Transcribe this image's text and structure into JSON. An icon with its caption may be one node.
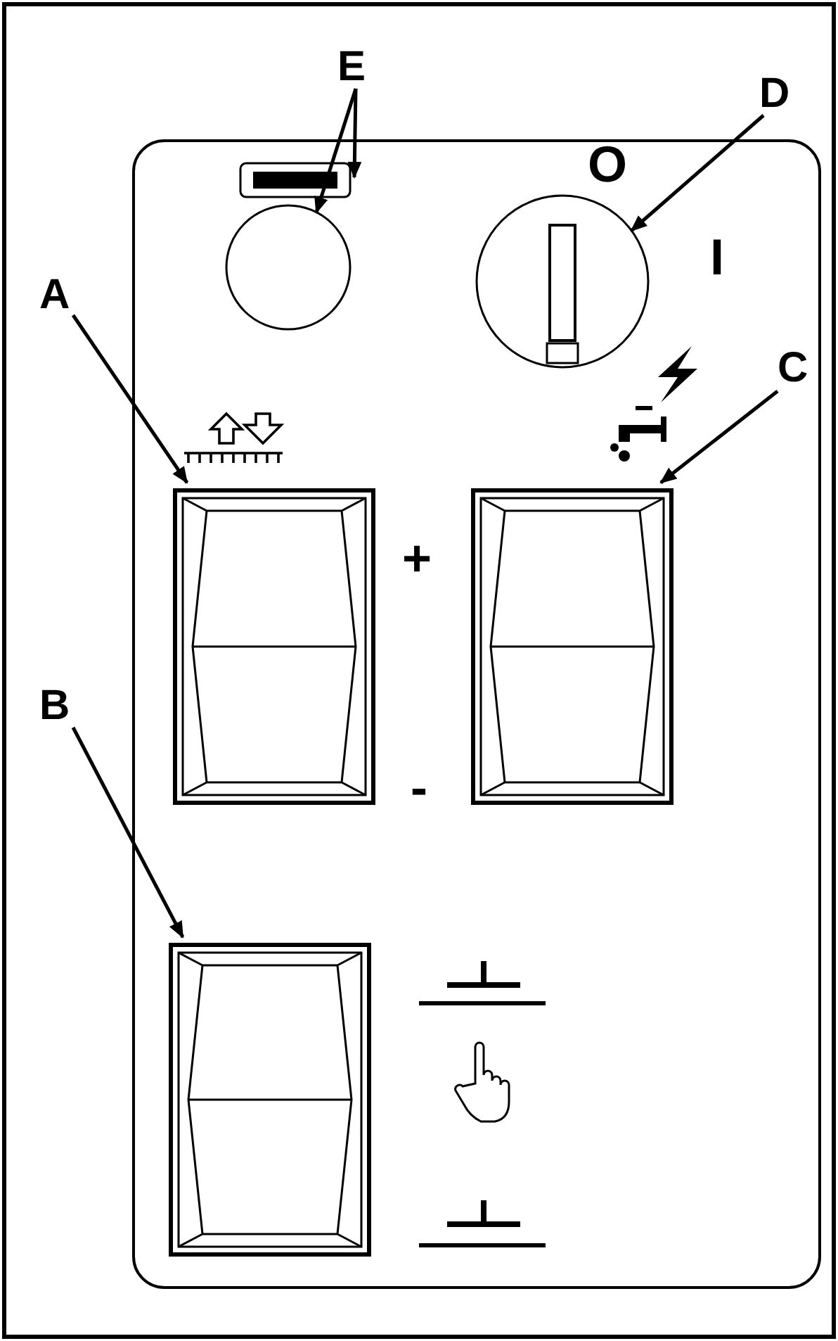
{
  "diagram": {
    "nodes": [
      {
        "text": [
          "A"
        ]
      },
      {
        "text": [
          "B"
        ]
      },
      {
        "text": [
          "C"
        ]
      },
      {
        "text": [
          "D"
        ]
      },
      {
        "text": [
          "E"
        ]
      },
      {
        "text": [],
        "shape": "box"
      },
      {
        "text": [],
        "shape": "box"
      },
      {
        "text": [],
        "shape": "box"
      },
      {
        "text": [],
        "shape": "circle"
      },
      {
        "text": [],
        "shape": "box"
      },
      {
        "text": [],
        "shape": "circle"
      }
    ],
    "edges": [
      {
        "from": 0,
        "to": 5,
        "arrow": "to"
      },
      {
        "from": 1,
        "to": 7,
        "arrow": "to"
      },
      {
        "from": 2,
        "to": 6,
        "arrow": "to"
      },
      {
        "from": 3,
        "to": 10,
        "arrow": "to"
      },
      {
        "from": 4,
        "to": 9,
        "arrow": "to"
      },
      {
        "from": 4,
        "to": 8,
        "arrow": "to"
      }
    ],
    "labels": [
      "O",
      "I",
      "+",
      "-"
    ]
  }
}
